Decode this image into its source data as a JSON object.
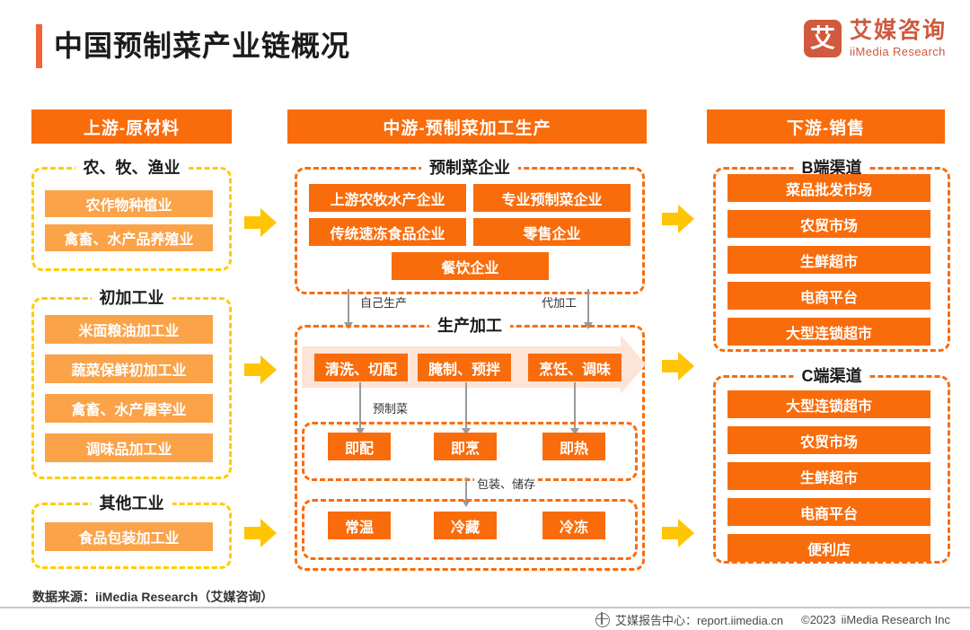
{
  "header": {
    "title": "中国预制菜产业链概况",
    "accent_color": "#F4623A",
    "logo": {
      "mark": "艾",
      "cn": "艾媒咨询",
      "en": "iiMedia Research",
      "color": "#CF593D"
    }
  },
  "theme": {
    "orange": "#F96C0B",
    "light_orange": "#FBA349",
    "yellow_dash": "#FFCC00",
    "arrow_yellow": "#FFC403",
    "banner": "#FCE5D6"
  },
  "columns": {
    "upstream": {
      "header": "上游-原材料",
      "groups": [
        {
          "label": "农、牧、渔业",
          "items": [
            "农作物种植业",
            "禽畜、水产品养殖业"
          ]
        },
        {
          "label": "初加工业",
          "items": [
            "米面粮油加工业",
            "蔬菜保鲜初加工业",
            "禽畜、水产屠宰业",
            "调味品加工业"
          ]
        },
        {
          "label": "其他工业",
          "items": [
            "食品包装加工业"
          ]
        }
      ]
    },
    "midstream": {
      "header": "中游-预制菜加工生产",
      "enterprise_group": {
        "label": "预制菜企业",
        "items": [
          "上游农牧水产企业",
          "专业预制菜企业",
          "传统速冻食品企业",
          "零售企业",
          "餐饮企业"
        ]
      },
      "flow_labels": {
        "self_production": "自己生产",
        "oem_production": "代加工",
        "prepared_dish": "预制菜",
        "package_storage": "包装、储存"
      },
      "processing_group": {
        "label": "生产加工",
        "steps": [
          "清洗、切配",
          "腌制、预拌",
          "烹饪、调味"
        ],
        "forms": [
          "即配",
          "即烹",
          "即热"
        ],
        "storage": [
          "常温",
          "冷藏",
          "冷冻"
        ]
      }
    },
    "downstream": {
      "header": "下游-销售",
      "groups": [
        {
          "label": "B端渠道",
          "items": [
            "菜品批发市场",
            "农贸市场",
            "生鲜超市",
            "电商平台",
            "大型连锁超市"
          ]
        },
        {
          "label": "C端渠道",
          "items": [
            "大型连锁超市",
            "农贸市场",
            "生鲜超市",
            "电商平台",
            "便利店"
          ]
        }
      ]
    }
  },
  "footer": {
    "source": "数据来源：iiMedia Research（艾媒咨询）",
    "report_center": "艾媒报告中心：report.iimedia.cn",
    "copyright": "©2023",
    "company": "iiMedia Research  Inc"
  }
}
